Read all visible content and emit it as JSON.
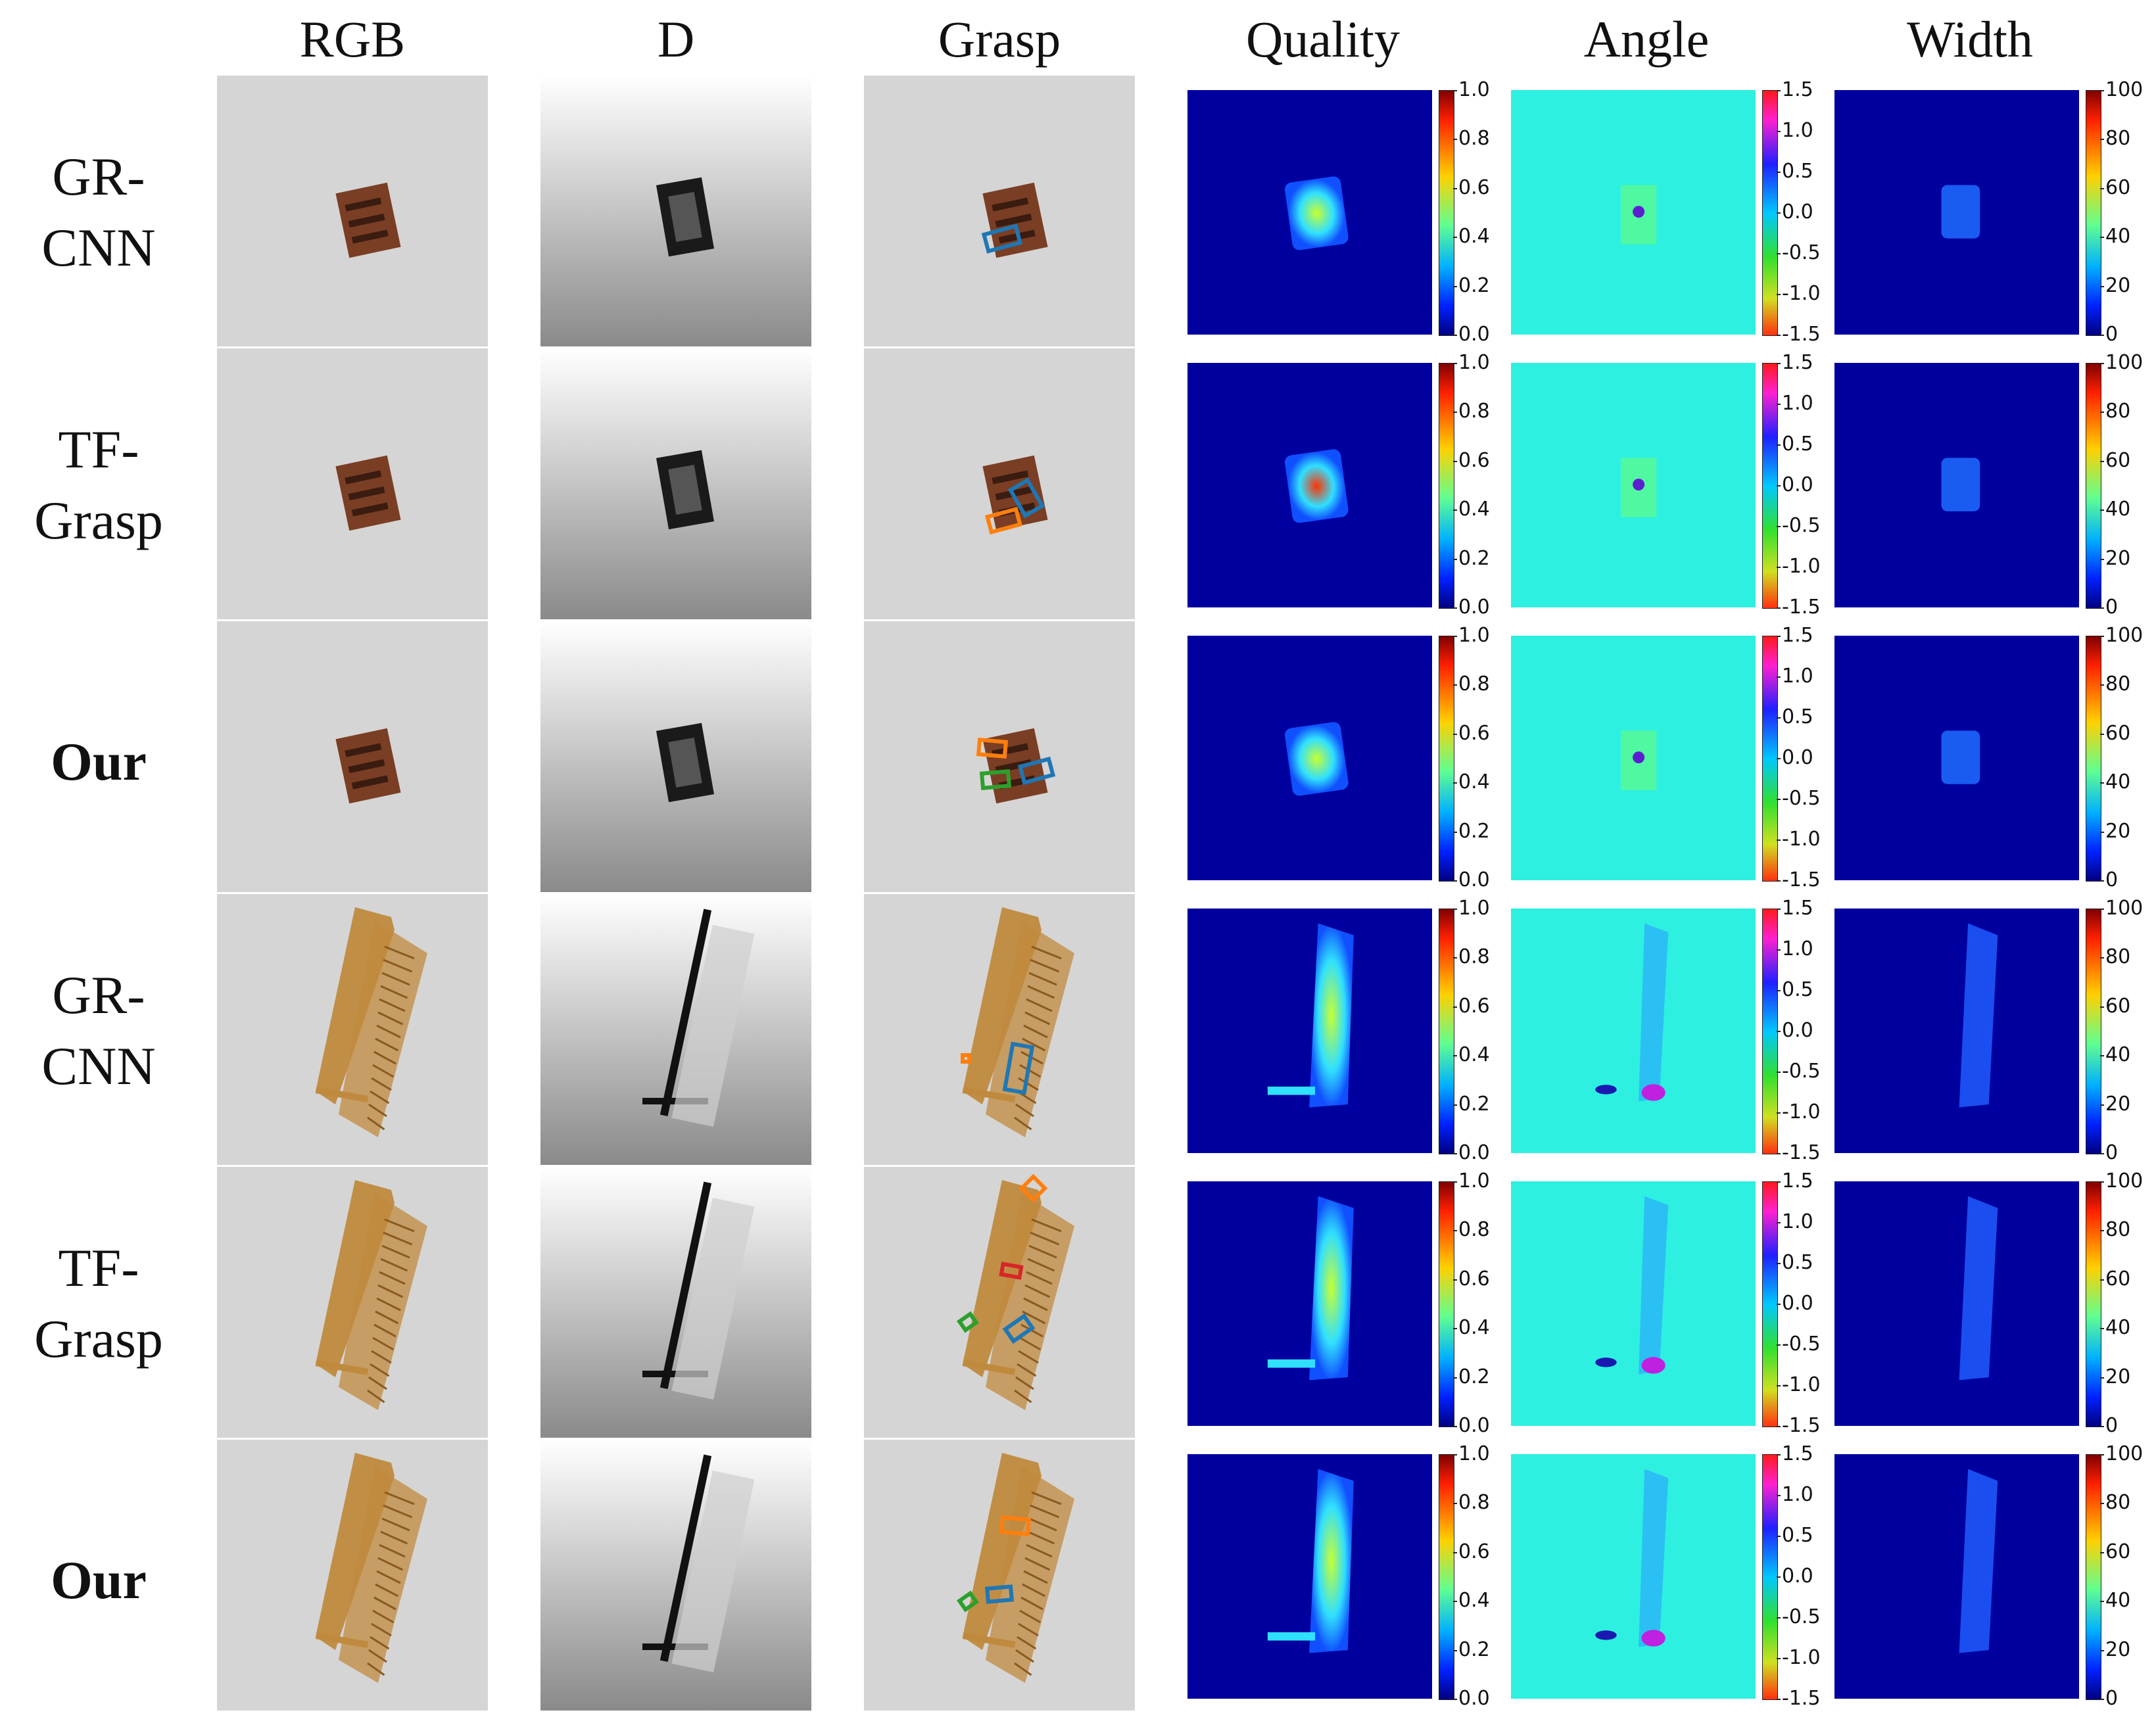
{
  "columns": [
    "RGB",
    "D",
    "Grasp",
    "Quality",
    "Angle",
    "Width"
  ],
  "rows": [
    {
      "label_line1": "GR-",
      "label_line2": "CNN",
      "bold": false
    },
    {
      "label_line1": "TF-",
      "label_line2": "Grasp",
      "bold": false
    },
    {
      "label_line1": "Our",
      "label_line2": "",
      "bold": true
    },
    {
      "label_line1": "GR-",
      "label_line2": "CNN",
      "bold": false
    },
    {
      "label_line1": "TF-",
      "label_line2": "Grasp",
      "bold": false
    },
    {
      "label_line1": "Our",
      "label_line2": "",
      "bold": true
    }
  ],
  "colorbars": {
    "quality": {
      "ticks": [
        "1.0",
        "0.8",
        "0.6",
        "0.4",
        "0.2",
        "0.0"
      ],
      "colormap": "jet"
    },
    "angle": {
      "ticks": [
        "1.5",
        "1.0",
        "0.5",
        "0.0",
        "-0.5",
        "-1.0",
        "-1.5"
      ],
      "colormap": "hsv"
    },
    "width": {
      "ticks": [
        "100",
        "80",
        "60",
        "40",
        "20",
        "0"
      ],
      "colormap": "jet"
    }
  },
  "colors": {
    "chair": "#7a3e24",
    "bench": "#c08a3e",
    "background_gray": "#d5d5d5",
    "heatmap_bg": "#00009e",
    "angle_bg": "#2ef0e0",
    "grasp_blue": "#1f77b4",
    "grasp_orange": "#ff7f0e",
    "grasp_green": "#2ca02c",
    "grasp_red": "#d62728"
  }
}
